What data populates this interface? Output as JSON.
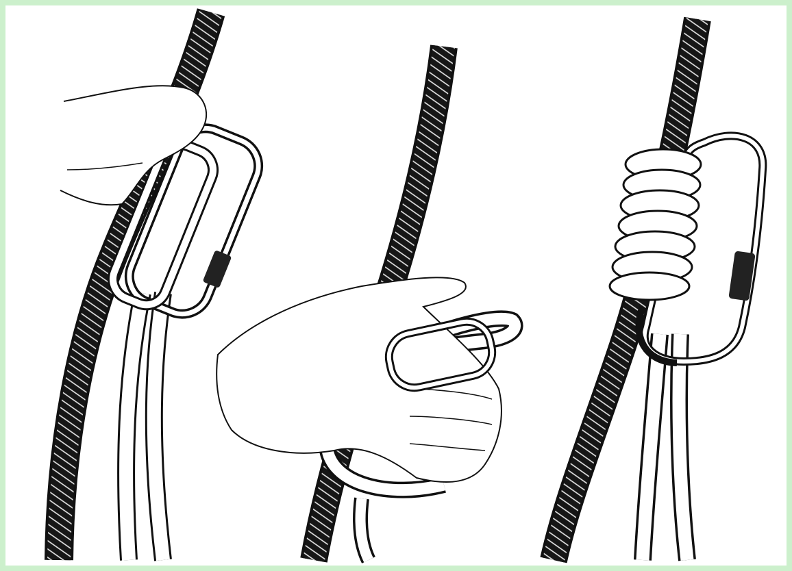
{
  "image": {
    "panels": [
      {
        "id": "left",
        "subject": "rope-through-carabiner-with-hand"
      },
      {
        "id": "middle",
        "subject": "hand-wrapping-rope-on-carabiner"
      },
      {
        "id": "right",
        "subject": "rope-coiled-on-carabiner"
      }
    ],
    "colors": {
      "page_border": "#ccf0cc",
      "paper": "#ffffff",
      "ink": "#111111"
    }
  }
}
